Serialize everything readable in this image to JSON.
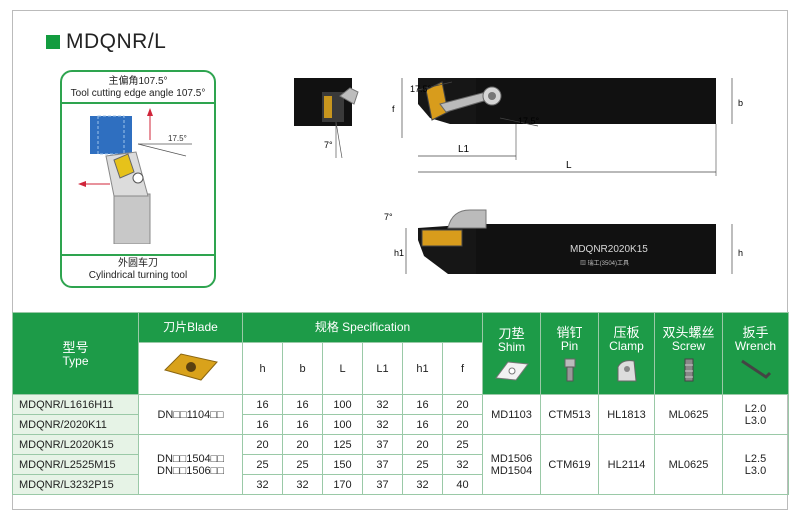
{
  "title": "MDQNR/L",
  "angle_box": {
    "header_cn": "主偏角107.5°",
    "header_en": "Tool cutting edge angle 107.5°",
    "footer_cn": "外圆车刀",
    "footer_en": "Cylindrical turning tool",
    "angle_label": "17.5°"
  },
  "drawing": {
    "angle_top": "17.5°",
    "angle_mid": "17.5°",
    "angle_side": "7°",
    "angle_front": "7°",
    "dim_f": "f",
    "dim_l1": "L1",
    "dim_l": "L",
    "dim_b": "b",
    "dim_h": "h",
    "dim_h1": "h1",
    "shank_text": "MDQNR2020K15",
    "shank_small": "▨ 瑞工(3504)工具"
  },
  "colors": {
    "green": "#1d9b48",
    "light_green": "#e6f3e6",
    "insert_gold": "#d9a21b"
  },
  "table": {
    "type_cn": "型号",
    "type_en": "Type",
    "blade_header": "刀片Blade",
    "spec_header": "规格 Specification",
    "shim_cn": "刀垫",
    "shim_en": "Shim",
    "pin_cn": "销钉",
    "pin_en": "Pin",
    "clamp_cn": "压板",
    "clamp_en": "Clamp",
    "screw_cn": "双头螺丝",
    "screw_en": "Screw",
    "wrench_cn": "扳手",
    "wrench_en": "Wrench",
    "spec_cols": [
      "h",
      "b",
      "L",
      "L1",
      "h1",
      "f"
    ],
    "rows": [
      {
        "model": "MDQNR/L1616H11",
        "vals": [
          "16",
          "16",
          "100",
          "32",
          "16",
          "20"
        ]
      },
      {
        "model": "MDQNR/2020K11",
        "vals": [
          "16",
          "16",
          "100",
          "32",
          "16",
          "20"
        ]
      },
      {
        "model": "MDQNR/L2020K15",
        "vals": [
          "20",
          "20",
          "125",
          "37",
          "20",
          "25"
        ]
      },
      {
        "model": "MDQNR/L2525M15",
        "vals": [
          "25",
          "25",
          "150",
          "37",
          "25",
          "32"
        ]
      },
      {
        "model": "MDQNR/L3232P15",
        "vals": [
          "32",
          "32",
          "170",
          "37",
          "32",
          "40"
        ]
      }
    ],
    "group1": {
      "blade": "DN□□1104□□",
      "shim": "MD1103",
      "pin": "CTM513",
      "clamp": "HL1813",
      "screw": "ML0625",
      "wrench_a": "L2.0",
      "wrench_b": "L3.0"
    },
    "group2": {
      "blade_a": "DN□□1504□□",
      "blade_b": "DN□□1506□□",
      "shim_a": "MD1506",
      "shim_b": "MD1504",
      "pin": "CTM619",
      "clamp": "HL2114",
      "screw": "ML0625",
      "wrench_a": "L2.5",
      "wrench_b": "L3.0"
    }
  }
}
